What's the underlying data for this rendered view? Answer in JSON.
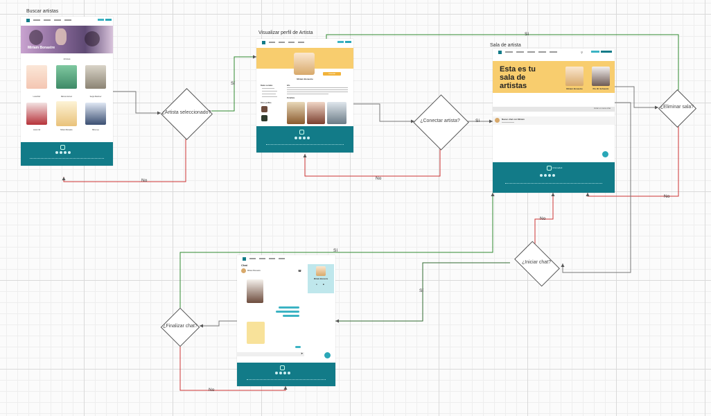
{
  "titles": {
    "buscar": "Buscar artistas",
    "perfil": "Visualizar perfil de Artista",
    "sala": "Sala de artista"
  },
  "decisions": {
    "artista": "¿Artista seleccionado?",
    "conectar": "¿Conectar artista?",
    "eliminar": "¿Eliminar sala?",
    "iniciar": "¿Iniciar chat?",
    "finalizar": "¿Finalizar chat?"
  },
  "edge_labels": {
    "si_artista": "Sí",
    "no_artista": "No",
    "si_conectar": "Sí",
    "no_conectar": "No",
    "si_eliminar": "Sí",
    "no_eliminar": "No",
    "si_iniciar": "Sí",
    "no_iniciar": "No",
    "si_finalizar": "Sí",
    "no_finalizar": "No"
  },
  "buscar_screen": {
    "hero_name": "Miriam Bonastre",
    "section_title": "Artistas",
    "artists": [
      "Luna Ruiz",
      "Marcos Gómez",
      "Sergio Martínez",
      "Loreto Gil",
      "Miriam Bonastre",
      "Mina Lee"
    ]
  },
  "perfil_screen": {
    "name": "Miriam Bonastre",
    "button": "Conectar",
    "left_section": "Redes sociales",
    "left_section_2": "Otros perfiles",
    "about_title": "Info",
    "portfolio_title": "Portafolio"
  },
  "sala_screen": {
    "hero_title": "Esta es tu sala de artistas",
    "artist_1": "Miriam Bonastre",
    "artist_2": "Pio W. Schwartz",
    "action": "Iniciar un nuevo chat",
    "chat_item": "Nuevo chat con Miriam",
    "footer_brand": "Artsmedeit"
  },
  "chat_screen": {
    "title": "Chat",
    "contact": "Miriam Bonastre",
    "side_name": "Miriam Bonastre"
  },
  "colors": {
    "teal": "#127b88",
    "yellow": "#f8cd6e",
    "green_edge": "#2f8a2f",
    "red_edge": "#cc3333"
  }
}
